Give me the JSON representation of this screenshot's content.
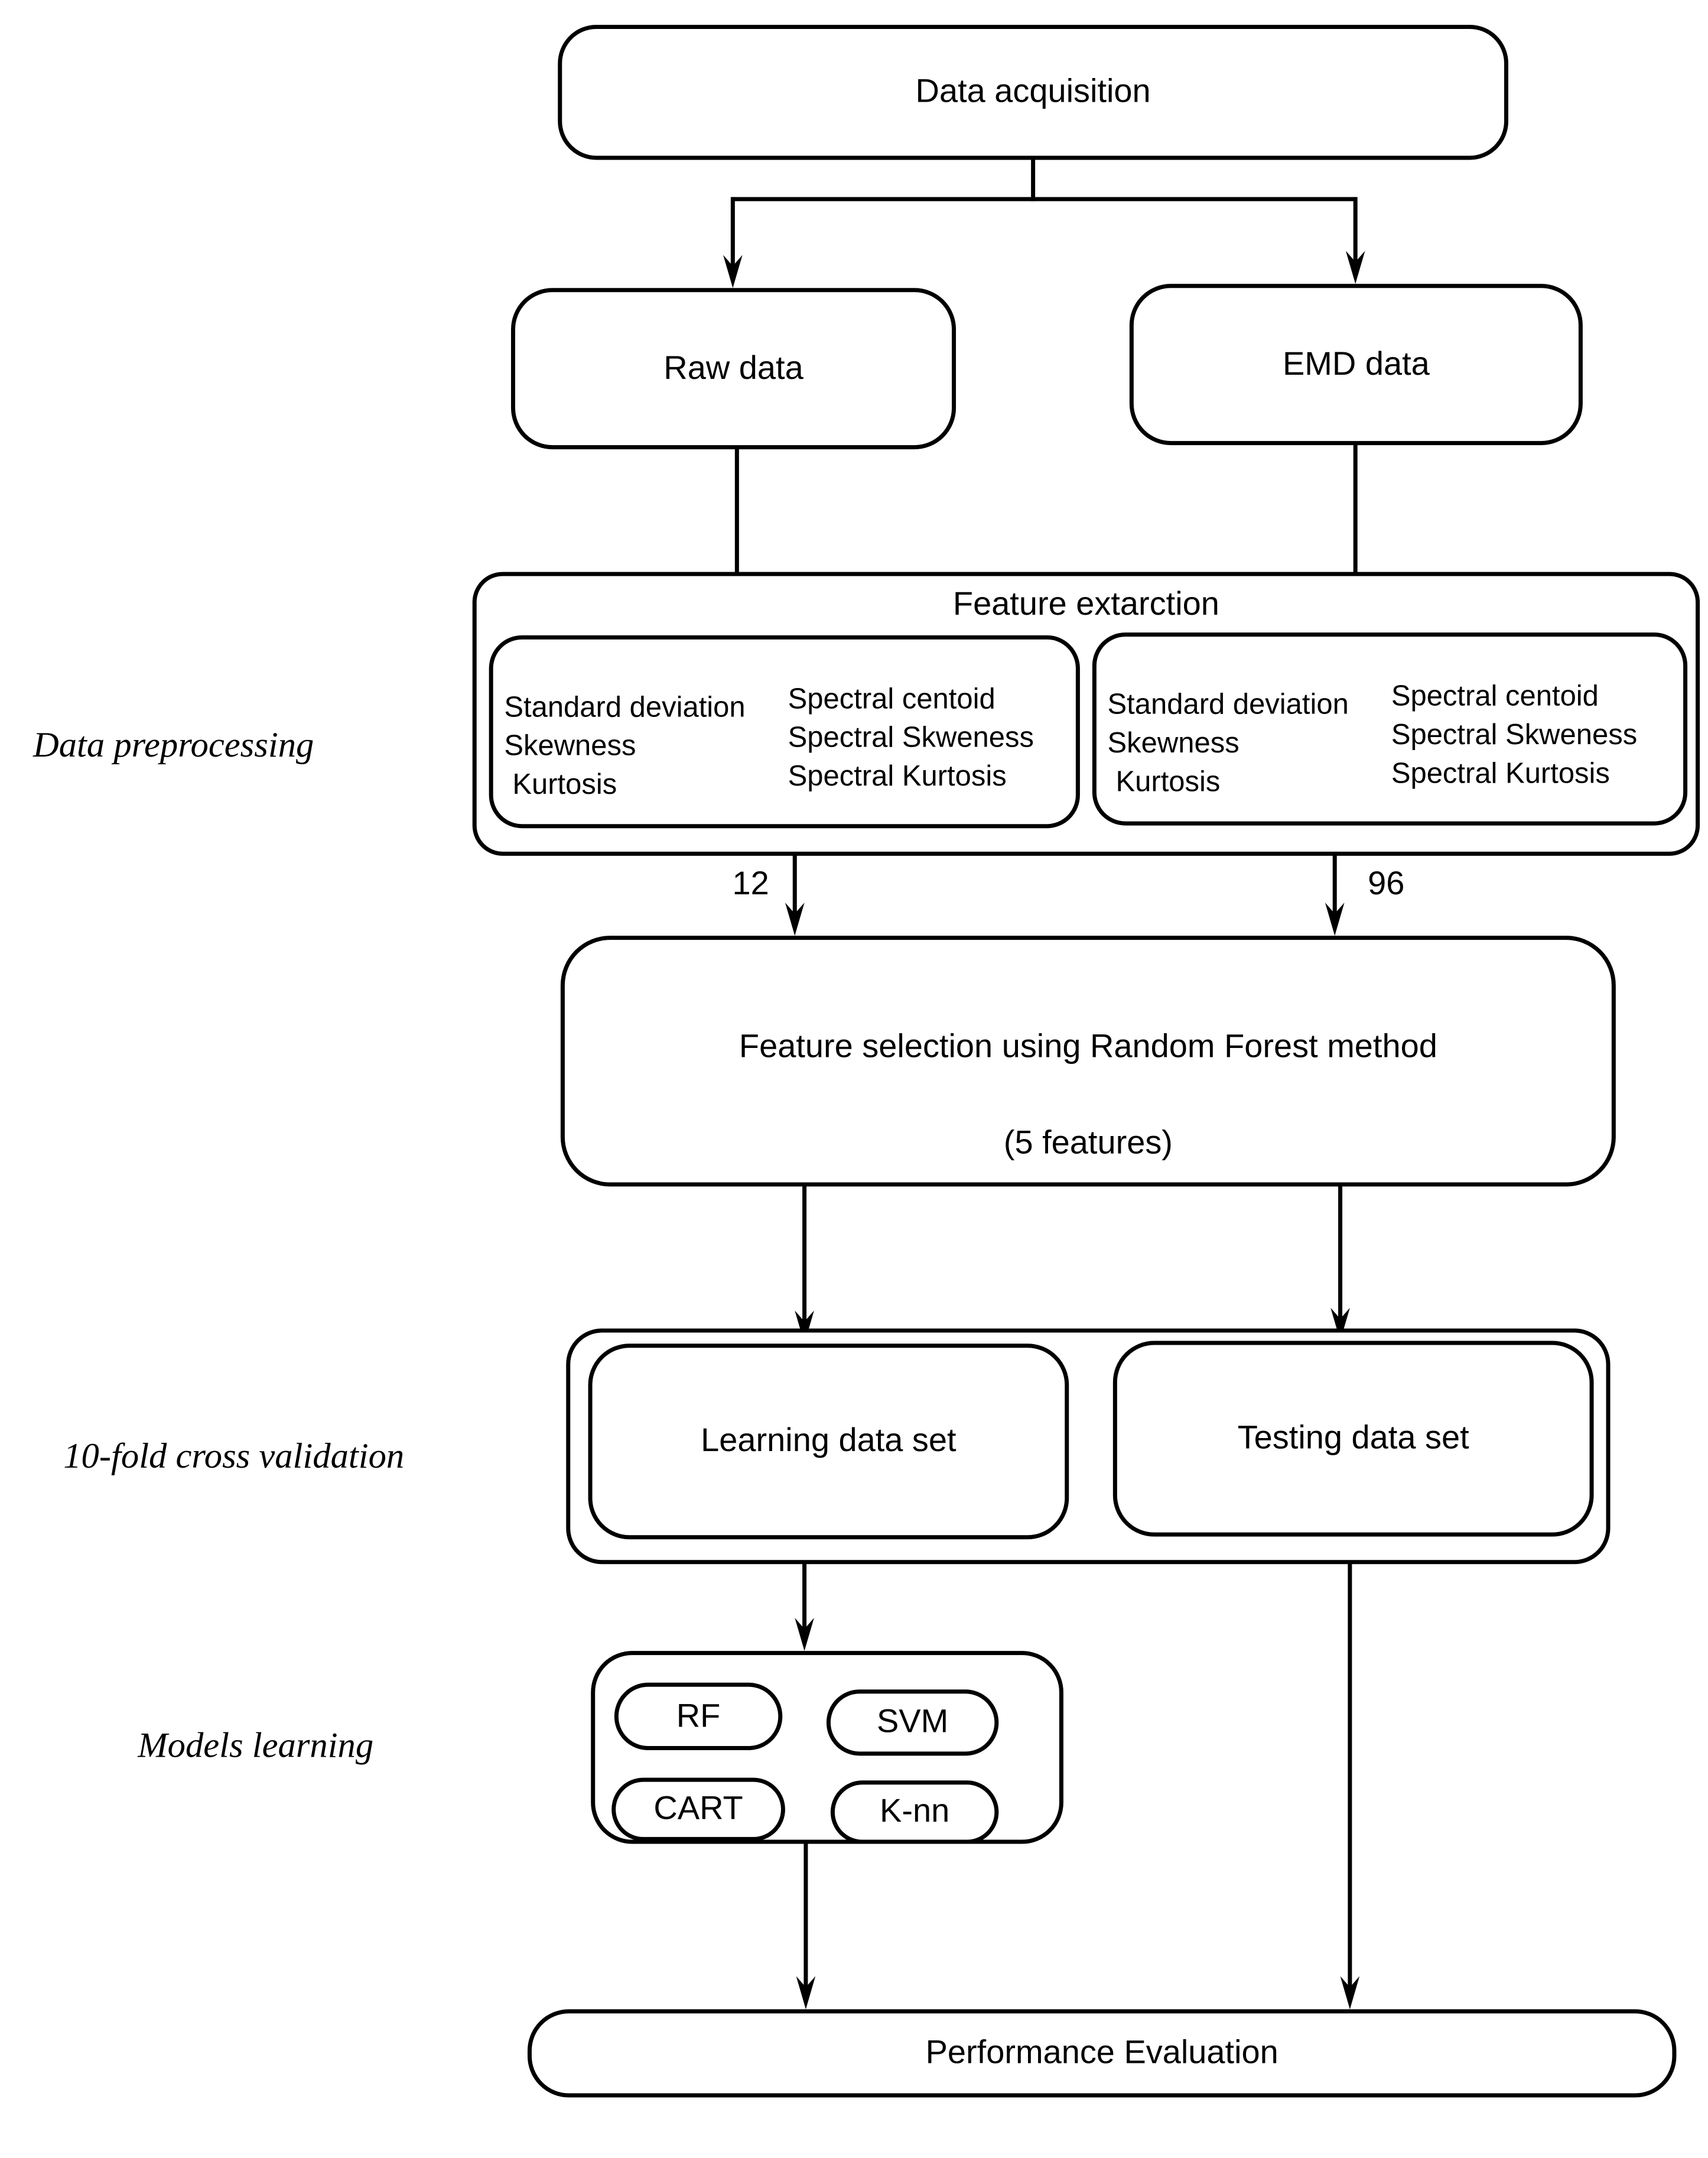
{
  "stages": {
    "data_acquisition": "Data acquisition",
    "raw_data": "Raw data",
    "emd_data": "EMD data",
    "feature_extraction": {
      "title": "Feature extarction",
      "raw": {
        "time_features": [
          "Standard deviation",
          "Skewness",
          "Kurtosis"
        ],
        "spectral_features": [
          "Spectral centoid",
          "Spectral Skweness",
          "Spectral Kurtosis"
        ]
      },
      "emd": {
        "time_features": [
          "Standard deviation",
          "Skewness",
          "Kurtosis"
        ],
        "spectral_features": [
          "Spectral centoid",
          "Spectral Skweness",
          "Spectral Kurtosis"
        ]
      }
    },
    "feature_counts": {
      "raw": "12",
      "emd": "96"
    },
    "feature_selection": {
      "line1": "Feature selection using Random Forest method",
      "line2": "(5 features)"
    },
    "learning_set": "Learning data set",
    "testing_set": "Testing data set",
    "models": [
      "RF",
      "SVM",
      "CART",
      "K-nn"
    ],
    "performance": "Performance Evaluation"
  },
  "side_labels": {
    "preprocessing": "Data preprocessing",
    "cross_validation": "10-fold cross validation",
    "models_learning": "Models learning"
  },
  "colors": {
    "line": "#000000",
    "background": "#ffffff"
  }
}
